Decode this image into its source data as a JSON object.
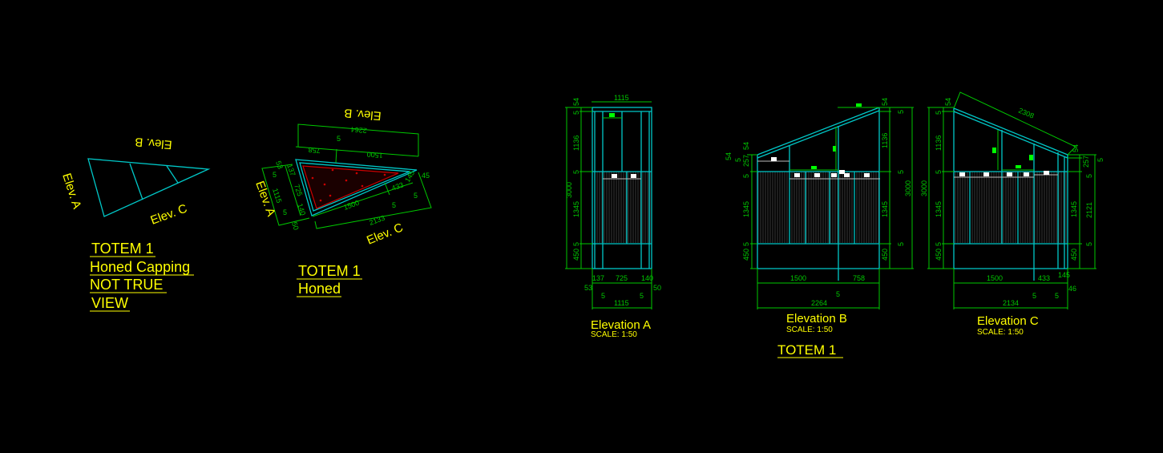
{
  "colors": {
    "background": "#000000",
    "outline": "#00c8c8",
    "dimension": "#00c800",
    "label": "#ffff00",
    "capping_fill": "#cc0000"
  },
  "plan_view": {
    "elev_labels": [
      "Elev. B",
      "Elev. A",
      "Elev. C"
    ],
    "notes": [
      "TOTEM 1",
      "Honed Capping",
      "NOT TRUE",
      "VIEW"
    ]
  },
  "honed_view": {
    "elev_labels": [
      "Elev. B",
      "Elev. A",
      "Elev. C"
    ],
    "notes": [
      "TOTEM 1",
      "Honed"
    ],
    "dims": [
      "2264",
      "5",
      "758",
      "1500",
      "53",
      "137",
      "5",
      "1115",
      "725",
      "5",
      "140",
      "50",
      "1500",
      "5",
      "433",
      "145",
      "45",
      "5",
      "2133"
    ]
  },
  "elevation_a": {
    "title": "Elevation A",
    "scale": "SCALE: 1:50",
    "top_dim": "1115",
    "overall_height": "3000",
    "left_dims": [
      "54",
      "5",
      "1136",
      "5",
      "1345",
      "5",
      "450"
    ],
    "bottom_dims": [
      "137",
      "725",
      "140",
      "53",
      "50",
      "5",
      "5",
      "1115"
    ]
  },
  "elevation_b": {
    "title": "Elevation B",
    "scale": "SCALE: 1:50",
    "left_dims": [
      "54",
      "5",
      "54",
      "257",
      "5",
      "1345",
      "5",
      "450"
    ],
    "right_dims": [
      "54",
      "5",
      "1136",
      "5",
      "1345",
      "5",
      "450",
      "3000"
    ],
    "bottom_dims": [
      "1500",
      "758",
      "5",
      "2264"
    ]
  },
  "elevation_c": {
    "title": "Elevation C",
    "scale": "SCALE: 1:50",
    "slope_dim": "2308",
    "left_dims": [
      "54",
      "5",
      "1136",
      "5",
      "1345",
      "5",
      "450",
      "3000"
    ],
    "right_dims": [
      "54",
      "5",
      "257",
      "5",
      "1345",
      "2121",
      "5",
      "450"
    ],
    "bottom_dims": [
      "1500",
      "433",
      "145",
      "46",
      "5",
      "5",
      "2134"
    ]
  },
  "sheet_title": "TOTEM 1"
}
